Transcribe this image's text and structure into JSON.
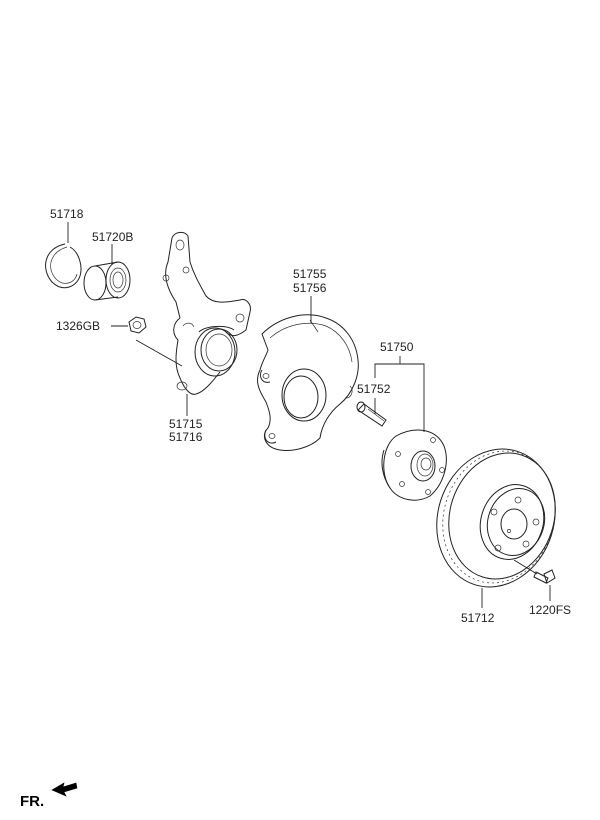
{
  "labels": {
    "p51718": "51718",
    "p51720b": "51720B",
    "p1326gb": "1326GB",
    "p51715": "51715",
    "p51716": "51716",
    "p51755": "51755",
    "p51756": "51756",
    "p51750": "51750",
    "p51752": "51752",
    "p51712": "51712",
    "p1220fs": "1220FS"
  },
  "direction": {
    "text": "FR."
  }
}
